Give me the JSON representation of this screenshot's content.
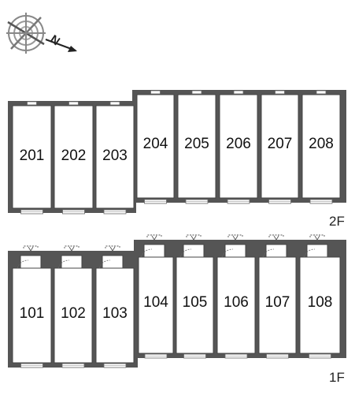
{
  "compass": {
    "icon": "north-arrow-compass-icon",
    "label": "N"
  },
  "floors": [
    {
      "label": "2F",
      "units": [
        "201",
        "202",
        "203",
        "204",
        "205",
        "206",
        "207",
        "208"
      ]
    },
    {
      "label": "1F",
      "units": [
        "101",
        "102",
        "103",
        "104",
        "105",
        "106",
        "107",
        "108"
      ]
    }
  ],
  "colors": {
    "wall": "#555555",
    "wall_dark": "#333333",
    "room": "#ffffff",
    "line": "#666666"
  }
}
